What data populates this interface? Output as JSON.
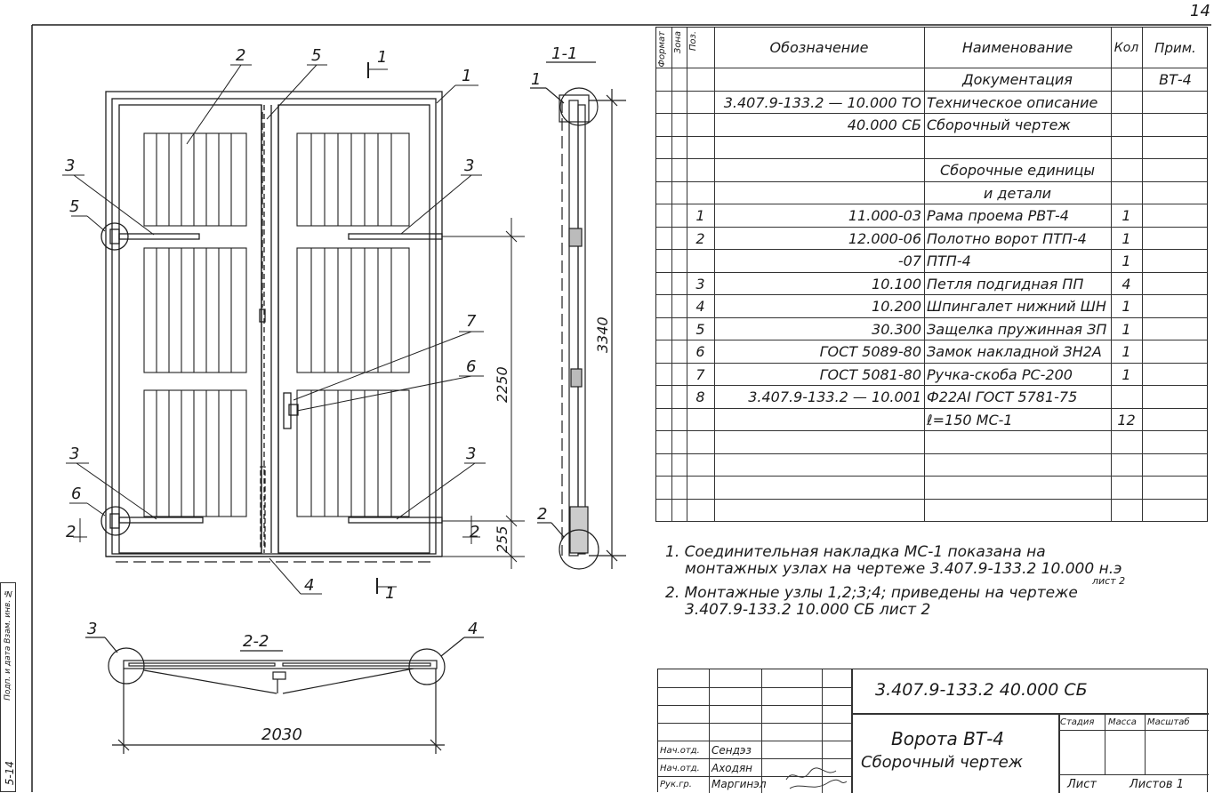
{
  "page_number": "14",
  "spec_table": {
    "headers": {
      "format": "Формат",
      "zone": "Зона",
      "pos": "Поз.",
      "designation": "Обозначение",
      "name": "Наименование",
      "qty": "Кол",
      "note": "Прим."
    },
    "rows": [
      {
        "pos": "",
        "designation": "",
        "name": "Документация",
        "qty": "",
        "note": "ВТ-4"
      },
      {
        "pos": "",
        "designation": "3.407.9-133.2 — 10.000 ТО",
        "name": "Техническое описание",
        "qty": "",
        "note": ""
      },
      {
        "pos": "",
        "designation": "40.000 СБ",
        "name": "Сборочный чертеж",
        "qty": "",
        "note": ""
      },
      {
        "pos": "",
        "designation": "",
        "name": "",
        "qty": "",
        "note": ""
      },
      {
        "pos": "",
        "designation": "",
        "name": "Сборочные единицы",
        "qty": "",
        "note": ""
      },
      {
        "pos": "",
        "designation": "",
        "name": "и детали",
        "qty": "",
        "note": ""
      },
      {
        "pos": "1",
        "designation": "11.000-03",
        "name": "Рама проема РВТ-4",
        "qty": "1",
        "note": ""
      },
      {
        "pos": "2",
        "designation": "12.000-06",
        "name": "Полотно ворот ПТП-4",
        "qty": "1",
        "note": ""
      },
      {
        "pos": "",
        "designation": "-07",
        "name": "ПТП-4",
        "qty": "1",
        "note": ""
      },
      {
        "pos": "3",
        "designation": "10.100",
        "name": "Петля подгидная ПП",
        "qty": "4",
        "note": ""
      },
      {
        "pos": "4",
        "designation": "10.200",
        "name": "Шпингалет нижний ШН",
        "qty": "1",
        "note": ""
      },
      {
        "pos": "5",
        "designation": "30.300",
        "name": "Защелка пружинная ЗП",
        "qty": "1",
        "note": ""
      },
      {
        "pos": "6",
        "designation": "ГОСТ 5089-80",
        "name": "Замок накладной ЗН2А",
        "qty": "1",
        "note": ""
      },
      {
        "pos": "7",
        "designation": "ГОСТ 5081-80",
        "name": "Ручка-скоба РС-200",
        "qty": "1",
        "note": ""
      },
      {
        "pos": "8",
        "designation": "3.407.9-133.2 — 10.001",
        "name": "Ф22АI ГОСТ 5781-75",
        "qty": "",
        "note": ""
      },
      {
        "pos": "",
        "designation": "",
        "name": "ℓ=150        МС-1",
        "qty": "12",
        "note": ""
      },
      {
        "pos": "",
        "designation": "",
        "name": "",
        "qty": "",
        "note": ""
      },
      {
        "pos": "",
        "designation": "",
        "name": "",
        "qty": "",
        "note": ""
      },
      {
        "pos": "",
        "designation": "",
        "name": "",
        "qty": "",
        "note": ""
      },
      {
        "pos": "",
        "designation": "",
        "name": "",
        "qty": "",
        "note": ""
      }
    ]
  },
  "notes": {
    "n1a": "1. Соединительная накладка МС-1 показана на",
    "n1b": "монтажных узлах на чертеже 3.407.9-133.2 10.000 н.э",
    "n1c": "лист 2",
    "n2a": "2. Монтажные узлы 1,2;3;4; приведены на чертеже",
    "n2b": "3.407.9-133.2 10.000 СБ лист 2"
  },
  "drawing": {
    "labels": {
      "p1": "1",
      "p2": "2",
      "p3": "3",
      "p4": "4",
      "p5": "5",
      "p6": "6",
      "p7": "7",
      "section_11": "1-1",
      "section_22": "2-2",
      "cut_mark": "1"
    },
    "dims": {
      "d2250": "2250",
      "d3340": "3340",
      "d255": "255",
      "d2030": "2030"
    }
  },
  "title_block": {
    "doc_code": "3.407.9-133.2   40.000 СБ",
    "title": "Ворота ВТ-4",
    "subtitle": "Сборочный чертеж",
    "stage": "Стадия",
    "mass": "Масса",
    "scale": "Масштаб",
    "sheet": "Лист",
    "sheets": "Листов 1",
    "roles": [
      {
        "role": "Нач.отд.",
        "name": "Сендэз"
      },
      {
        "role": "Нач.отд.",
        "name": "Аходян"
      },
      {
        "role": "Рук.гр.",
        "name": "Маргинэл"
      }
    ]
  },
  "side_stamp": {
    "text1": "Подп. и дата  Взам. инв. №",
    "text2": "5-14"
  }
}
